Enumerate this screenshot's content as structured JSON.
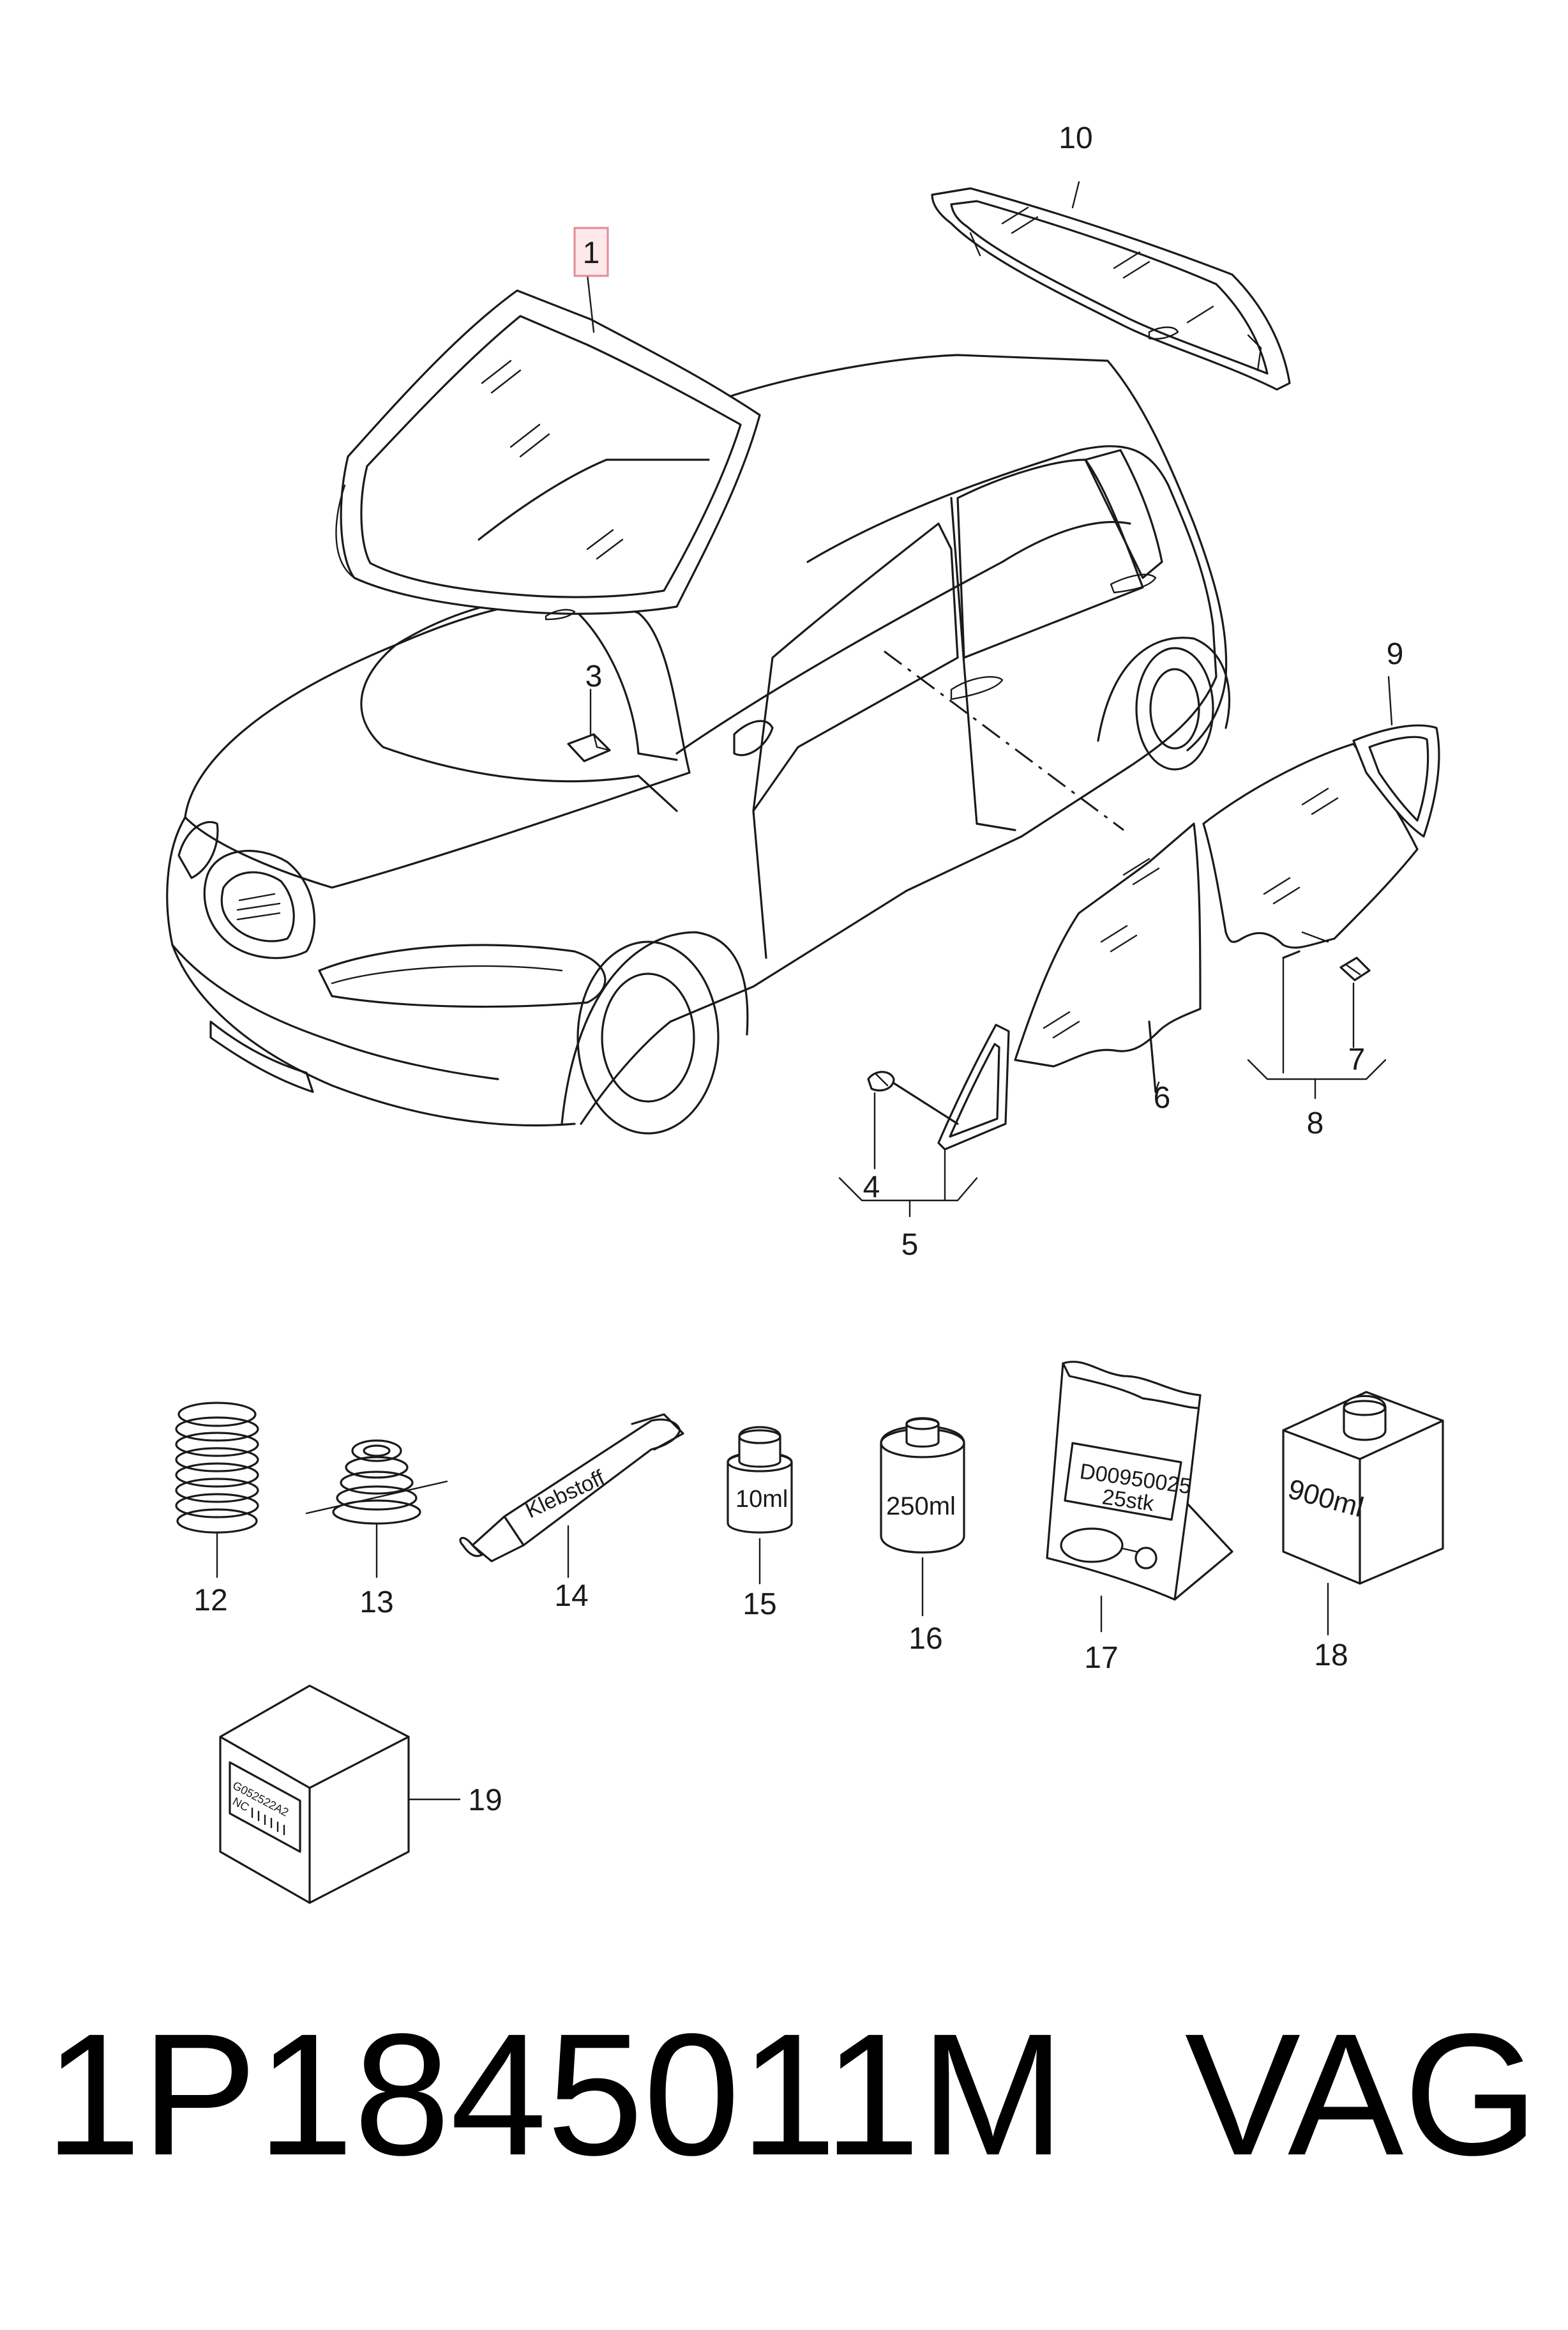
{
  "diagram": {
    "callouts": [
      {
        "id": "1",
        "text": "1",
        "highlighted": true
      },
      {
        "id": "3",
        "text": "3"
      },
      {
        "id": "4",
        "text": "4"
      },
      {
        "id": "5",
        "text": "5"
      },
      {
        "id": "6",
        "text": "6"
      },
      {
        "id": "7",
        "text": "7"
      },
      {
        "id": "8",
        "text": "8"
      },
      {
        "id": "9",
        "text": "9"
      },
      {
        "id": "10",
        "text": "10"
      },
      {
        "id": "12",
        "text": "12"
      },
      {
        "id": "13",
        "text": "13"
      },
      {
        "id": "14",
        "text": "14"
      },
      {
        "id": "15",
        "text": "15"
      },
      {
        "id": "16",
        "text": "16"
      },
      {
        "id": "17",
        "text": "17"
      },
      {
        "id": "18",
        "text": "18"
      },
      {
        "id": "19",
        "text": "19"
      }
    ],
    "product_labels": {
      "tube": "Klebstoff",
      "small_bottle": "10ml",
      "can": "250ml",
      "bag_line1": "D00950025",
      "bag_line2": "25stk",
      "jug": "900ml",
      "box_line1": "G052522A2",
      "box_line2": "NC"
    },
    "highlight_color": "#e48a95"
  },
  "part": {
    "number": "1P1845011M",
    "brand": "VAG"
  }
}
